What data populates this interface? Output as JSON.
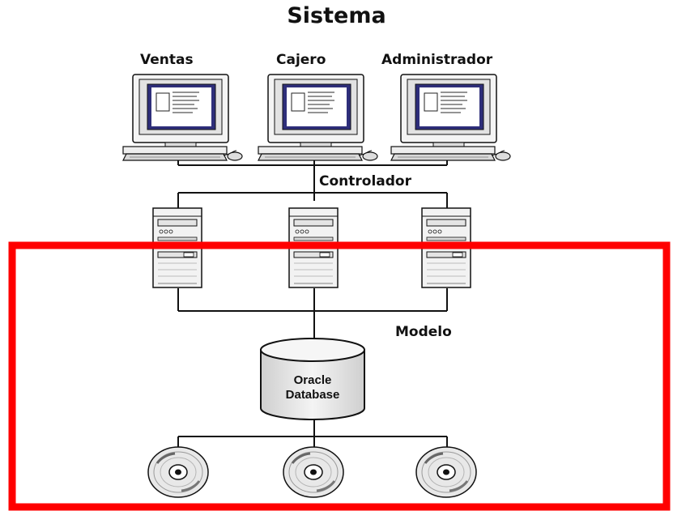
{
  "title": "Sistema",
  "clients": [
    {
      "label": "Ventas"
    },
    {
      "label": "Cajero"
    },
    {
      "label": "Administrador"
    }
  ],
  "controller": {
    "label": "Controlador"
  },
  "model": {
    "label": "Modelo"
  },
  "database": {
    "line1": "Oracle",
    "line2": "Database"
  },
  "highlight": {
    "color": "#ff0000"
  },
  "icons": {
    "client": "desktop-computer-icon",
    "server": "tower-server-icon",
    "database": "database-cylinder-icon",
    "storage": "cd-disc-icon"
  }
}
